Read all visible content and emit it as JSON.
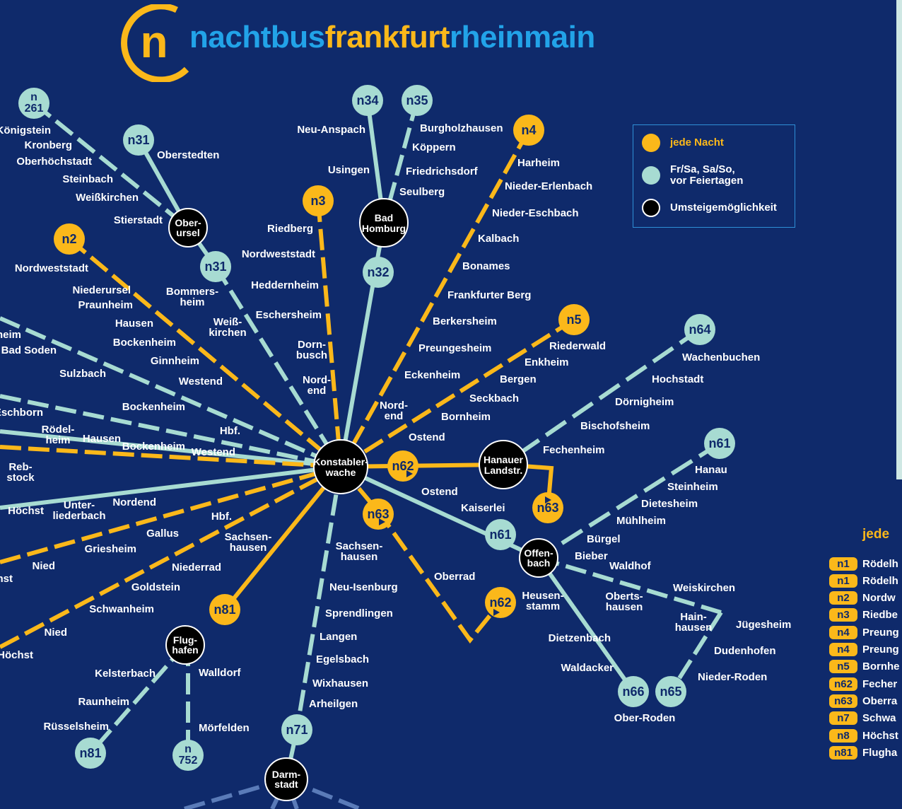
{
  "colors": {
    "background": "#0f2a6b",
    "every_night": "#fbb81a",
    "weekend": "#a7dbd2",
    "hub": "#000000",
    "brand_blue": "#22a3e8"
  },
  "brand": {
    "logo_letter": "n",
    "title_part1": "nachtbus",
    "title_part2": "frankfurt",
    "title_part3": "rheinmain"
  },
  "legend": {
    "items": [
      {
        "label": "jede Nacht",
        "color": "#fbb81a"
      },
      {
        "label": "Fr/Sa, Sa/So,\nvor Feiertagen",
        "color": "#a7dbd2"
      },
      {
        "label": "Umsteigemöglichkeit",
        "color": "#000000"
      }
    ]
  },
  "timetable": {
    "title": "jede",
    "rows": [
      {
        "line": "n1",
        "text": "Rödelh"
      },
      {
        "line": "n1",
        "text": "Rödelh"
      },
      {
        "line": "n2",
        "text": "Nordw"
      },
      {
        "line": "n3",
        "text": "Riedbe"
      },
      {
        "line": "n4",
        "text": "Preung"
      },
      {
        "line": "n4",
        "text": "Preung"
      },
      {
        "line": "n5",
        "text": "Bornhe"
      },
      {
        "line": "n62",
        "text": "Fecher"
      },
      {
        "line": "n63",
        "text": "Oberra"
      },
      {
        "line": "n7",
        "text": "Schwa"
      },
      {
        "line": "n8",
        "text": "Höchst"
      },
      {
        "line": "n81",
        "text": "Flugha"
      }
    ]
  },
  "hubs": [
    {
      "id": "konstablerwache",
      "lines": [
        "Konstabler-",
        "wache"
      ]
    },
    {
      "id": "hanauer-landstr",
      "lines": [
        "Hanauer",
        "Landstr."
      ]
    },
    {
      "id": "bad-homburg",
      "lines": [
        "Bad",
        "Homburg"
      ]
    },
    {
      "id": "oberursel",
      "lines": [
        "Ober-",
        "ursel"
      ]
    },
    {
      "id": "offenbach",
      "lines": [
        "Offen-",
        "bach"
      ]
    },
    {
      "id": "flughafen",
      "lines": [
        "Flug-",
        "hafen"
      ]
    },
    {
      "id": "darmstadt",
      "lines": [
        "Darm-",
        "stadt"
      ]
    }
  ],
  "badges": [
    {
      "id": "n261",
      "lines": [
        "n",
        "261"
      ],
      "color": "weekend"
    },
    {
      "id": "n31a",
      "lines": [
        "n31"
      ],
      "color": "weekend"
    },
    {
      "id": "n31b",
      "lines": [
        "n31"
      ],
      "color": "weekend"
    },
    {
      "id": "n2",
      "lines": [
        "n2"
      ],
      "color": "every_night"
    },
    {
      "id": "n3",
      "lines": [
        "n3"
      ],
      "color": "every_night"
    },
    {
      "id": "n34",
      "lines": [
        "n34"
      ],
      "color": "weekend"
    },
    {
      "id": "n35",
      "lines": [
        "n35"
      ],
      "color": "weekend"
    },
    {
      "id": "n32",
      "lines": [
        "n32"
      ],
      "color": "weekend"
    },
    {
      "id": "n4",
      "lines": [
        "n4"
      ],
      "color": "every_night"
    },
    {
      "id": "n5",
      "lines": [
        "n5"
      ],
      "color": "every_night"
    },
    {
      "id": "n64",
      "lines": [
        "n64"
      ],
      "color": "weekend"
    },
    {
      "id": "n61a",
      "lines": [
        "n61"
      ],
      "color": "weekend"
    },
    {
      "id": "n61b",
      "lines": [
        "n61"
      ],
      "color": "weekend"
    },
    {
      "id": "n62a",
      "lines": [
        "n62"
      ],
      "color": "every_night"
    },
    {
      "id": "n63a",
      "lines": [
        "n63"
      ],
      "color": "every_night"
    },
    {
      "id": "n63b",
      "lines": [
        "n63"
      ],
      "color": "every_night"
    },
    {
      "id": "n62b",
      "lines": [
        "n62"
      ],
      "color": "every_night"
    },
    {
      "id": "n81a",
      "lines": [
        "n81"
      ],
      "color": "every_night"
    },
    {
      "id": "n81b",
      "lines": [
        "n81"
      ],
      "color": "weekend"
    },
    {
      "id": "n752",
      "lines": [
        "n",
        "752"
      ],
      "color": "weekend"
    },
    {
      "id": "n71",
      "lines": [
        "n71"
      ],
      "color": "weekend"
    },
    {
      "id": "n66",
      "lines": [
        "n66"
      ],
      "color": "weekend"
    },
    {
      "id": "n65",
      "lines": [
        "n65"
      ],
      "color": "weekend"
    }
  ],
  "stops": {
    "koenigstein": "Königstein",
    "kronberg": "Kronberg",
    "oberhoechstadt": "Oberhöchstadt",
    "steinbach": "Steinbach",
    "weisskirchen1": "Weißkirchen",
    "stierstadt": "Stierstadt",
    "oberstedten": "Oberstedten",
    "nordweststadt1": "Nordweststadt",
    "niederursel": "Niederursel",
    "praunheim": "Praunheim",
    "hausen1": "Hausen",
    "bockenheim1": "Bockenheim",
    "ginnheim": "Ginnheim",
    "westend1": "Westend",
    "bommersheim": "Bommers-\nheim",
    "weisskirchen2": "Weiß-\nkirchen",
    "heim_cut": "heim",
    "bad_soden": "Bad Soden",
    "sulzbach": "Sulzbach",
    "eschborn": "Eschborn",
    "bockenheim2": "Bockenheim",
    "hbf1": "Hbf.",
    "roedelheim": "Rödel-\nheim",
    "hausen2": "Hausen",
    "bockenheim3": "Bockenheim",
    "westend2": "Westend",
    "rebstock": "Reb-\nstock",
    "hoechst1": "Höchst",
    "unterliederbach": "Unter-\nliederbach",
    "nordend1": "Nordend",
    "hbf2": "Hbf.",
    "gallus": "Gallus",
    "griesheim": "Griesheim",
    "sachsenhausen1": "Sachsen-\nhausen",
    "nied1": "Nied",
    "nst_cut": "nst",
    "niederrad": "Niederrad",
    "goldstein": "Goldstein",
    "schwanheim": "Schwanheim",
    "nied2": "Nied",
    "hoechst2": "Höchst",
    "kelsterbach": "Kelsterbach",
    "raunheim": "Raunheim",
    "ruesselsheim": "Rüsselsheim",
    "walldorf": "Walldorf",
    "moerfelden": "Mörfelden",
    "riedberg": "Riedberg",
    "nordweststadt2": "Nordweststadt",
    "heddernheim": "Heddernheim",
    "eschersheim": "Eschersheim",
    "dornbusch": "Dorn-\nbusch",
    "nordend2": "Nord-\nend",
    "neu_anspach": "Neu-Anspach",
    "usingen": "Usingen",
    "burgholzhausen": "Burgholzhausen",
    "koeppern": "Köppern",
    "friedrichsdorf": "Friedrichsdorf",
    "seulberg": "Seulberg",
    "harheim": "Harheim",
    "nieder_erlenbach": "Nieder-Erlenbach",
    "nieder_eschbach": "Nieder-Eschbach",
    "kalbach": "Kalbach",
    "bonames": "Bonames",
    "frankfurter_berg": "Frankfurter Berg",
    "berkersheim": "Berkersheim",
    "preungesheim": "Preungesheim",
    "eckenheim": "Eckenheim",
    "nordend3": "Nord-\nend",
    "riederwald": "Riederwald",
    "enkheim": "Enkheim",
    "bergen": "Bergen",
    "seckbach": "Seckbach",
    "bornheim": "Bornheim",
    "ostend1": "Ostend",
    "wachenbuchen": "Wachenbuchen",
    "hochstadt": "Hochstadt",
    "doernigheim": "Dörnigheim",
    "bischofsheim": "Bischofsheim",
    "fechenheim": "Fechenheim",
    "hanau": "Hanau",
    "steinheim": "Steinheim",
    "dietesheim": "Dietesheim",
    "muehlheim": "Mühlheim",
    "buergel": "Bürgel",
    "bieber": "Bieber",
    "waldhof": "Waldhof",
    "ostend2": "Ostend",
    "kaiserlei": "Kaiserlei",
    "sachsenhausen2": "Sachsen-\nhausen",
    "oberrad": "Oberrad",
    "neu_isenburg": "Neu-Isenburg",
    "sprendlingen": "Sprendlingen",
    "langen": "Langen",
    "egelsbach": "Egelsbach",
    "wixhausen": "Wixhausen",
    "arheilgen": "Arheilgen",
    "heusenstamm": "Heusen-\nstamm",
    "obertshausen": "Oberts-\nhausen",
    "weiskirchen": "Weiskirchen",
    "hainhausen": "Hain-\nhausen",
    "juegesheim": "Jügesheim",
    "dudenhofen": "Dudenhofen",
    "nieder_roden": "Nieder-Roden",
    "dietzenbach": "Dietzenbach",
    "waldacker": "Waldacker",
    "ober_roden": "Ober-Roden"
  }
}
